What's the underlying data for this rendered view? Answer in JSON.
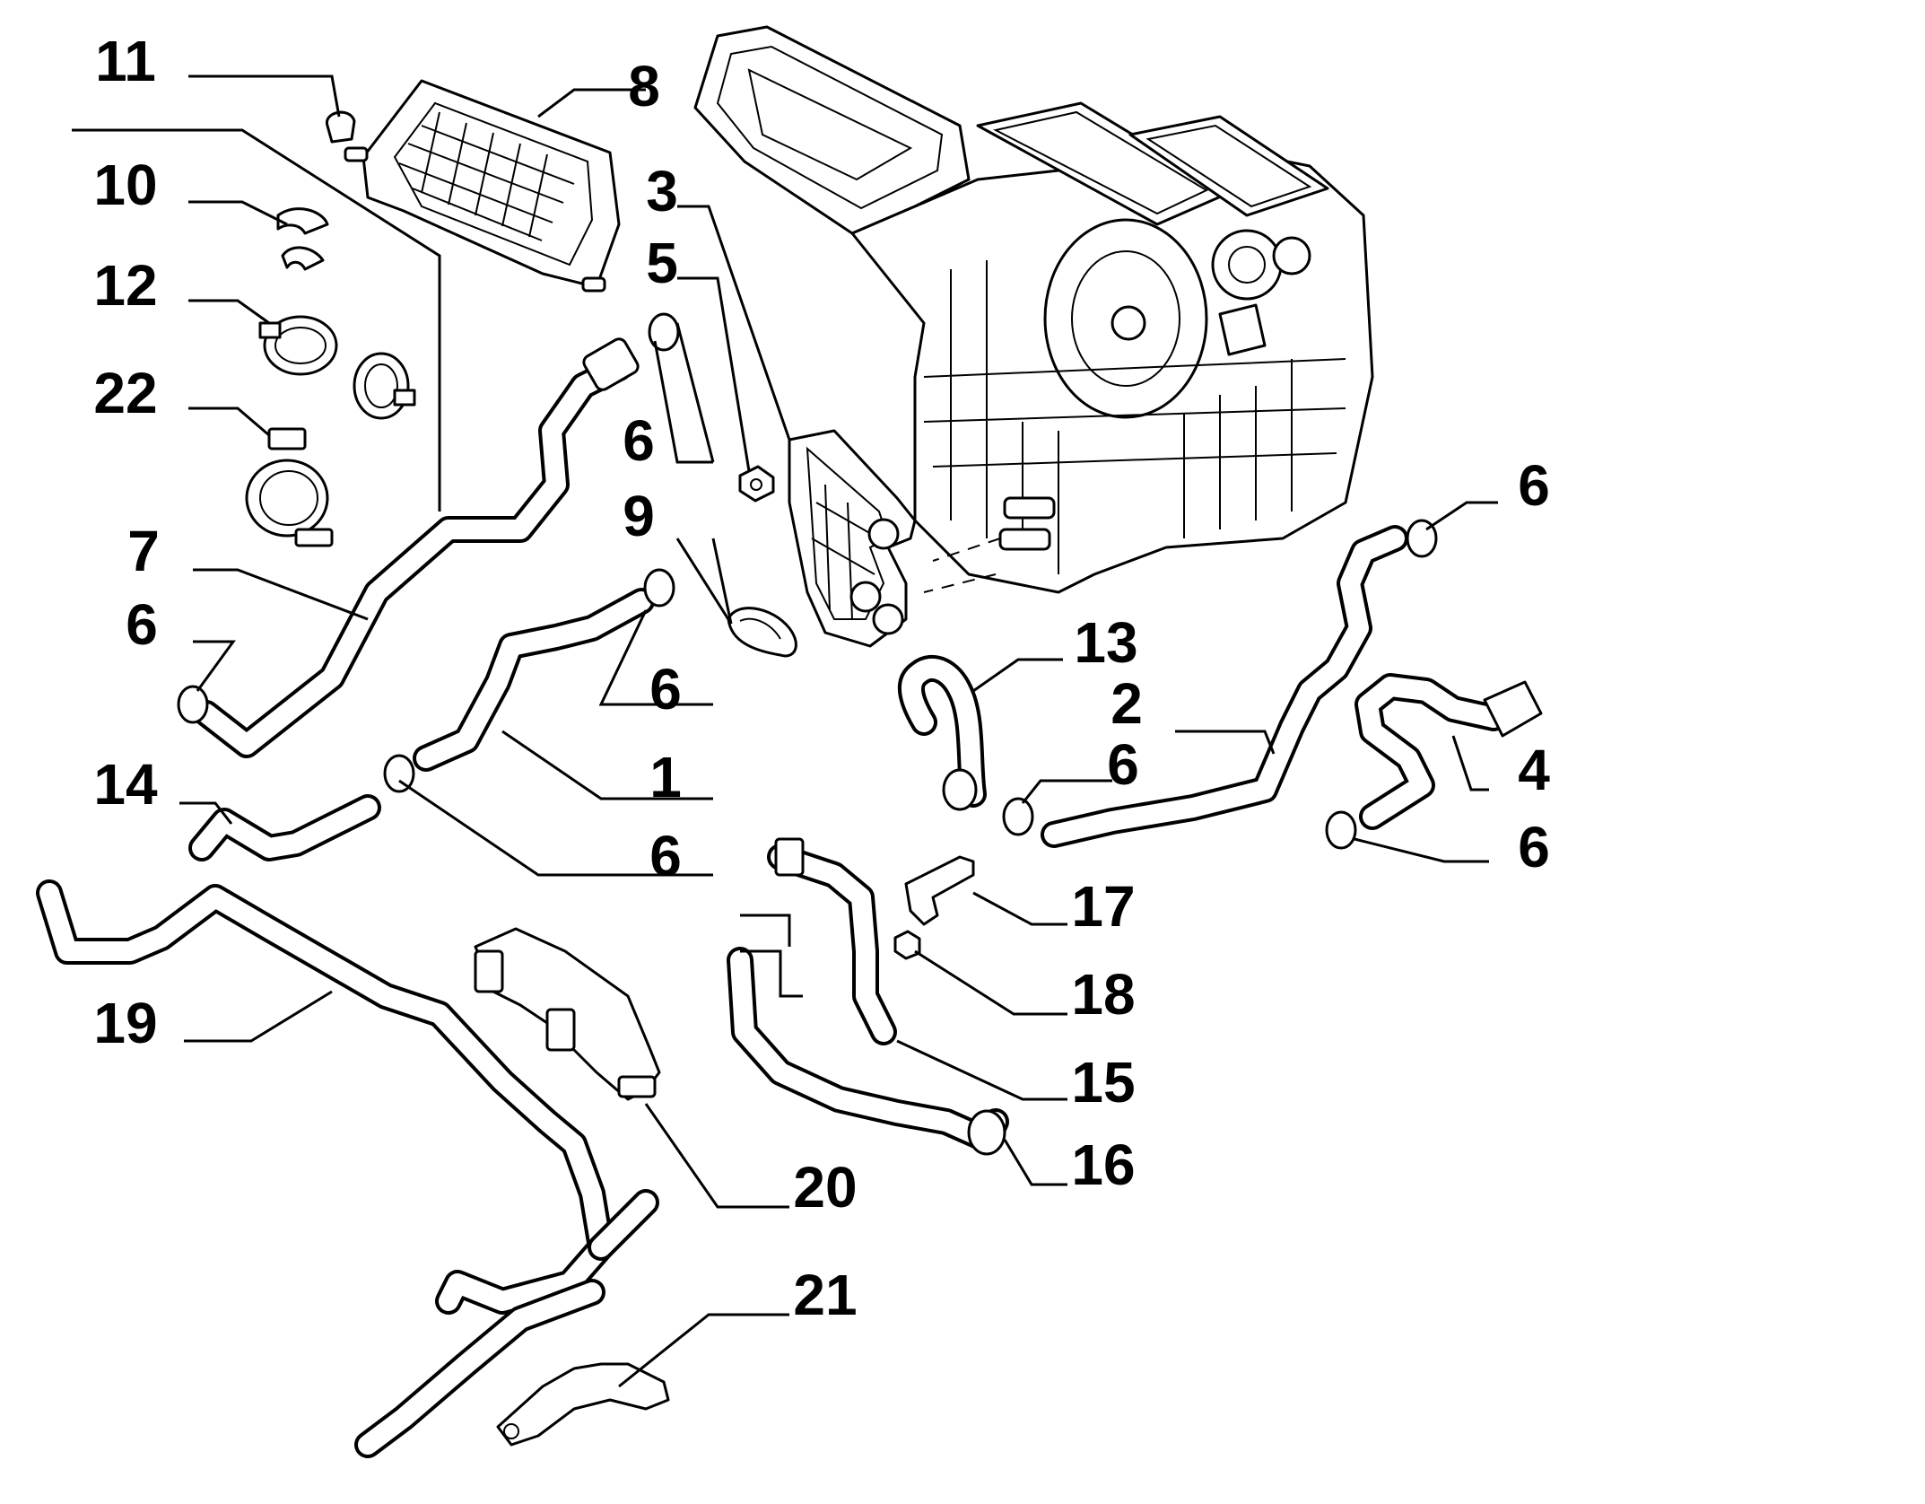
{
  "labels": {
    "l1": "1",
    "l2": "2",
    "l3": "3",
    "l4": "4",
    "l5": "5",
    "l6a": "6",
    "l6b": "6",
    "l6c": "6",
    "l6d": "6",
    "l6e": "6",
    "l6f": "6",
    "l6g": "6",
    "l7": "7",
    "l8": "8",
    "l9": "9",
    "l10": "10",
    "l11": "11",
    "l12": "12",
    "l13": "13",
    "l14": "14",
    "l15": "15",
    "l16": "16",
    "l17": "17",
    "l18": "18",
    "l19": "19",
    "l20": "20",
    "l21": "21",
    "l22": "22"
  }
}
